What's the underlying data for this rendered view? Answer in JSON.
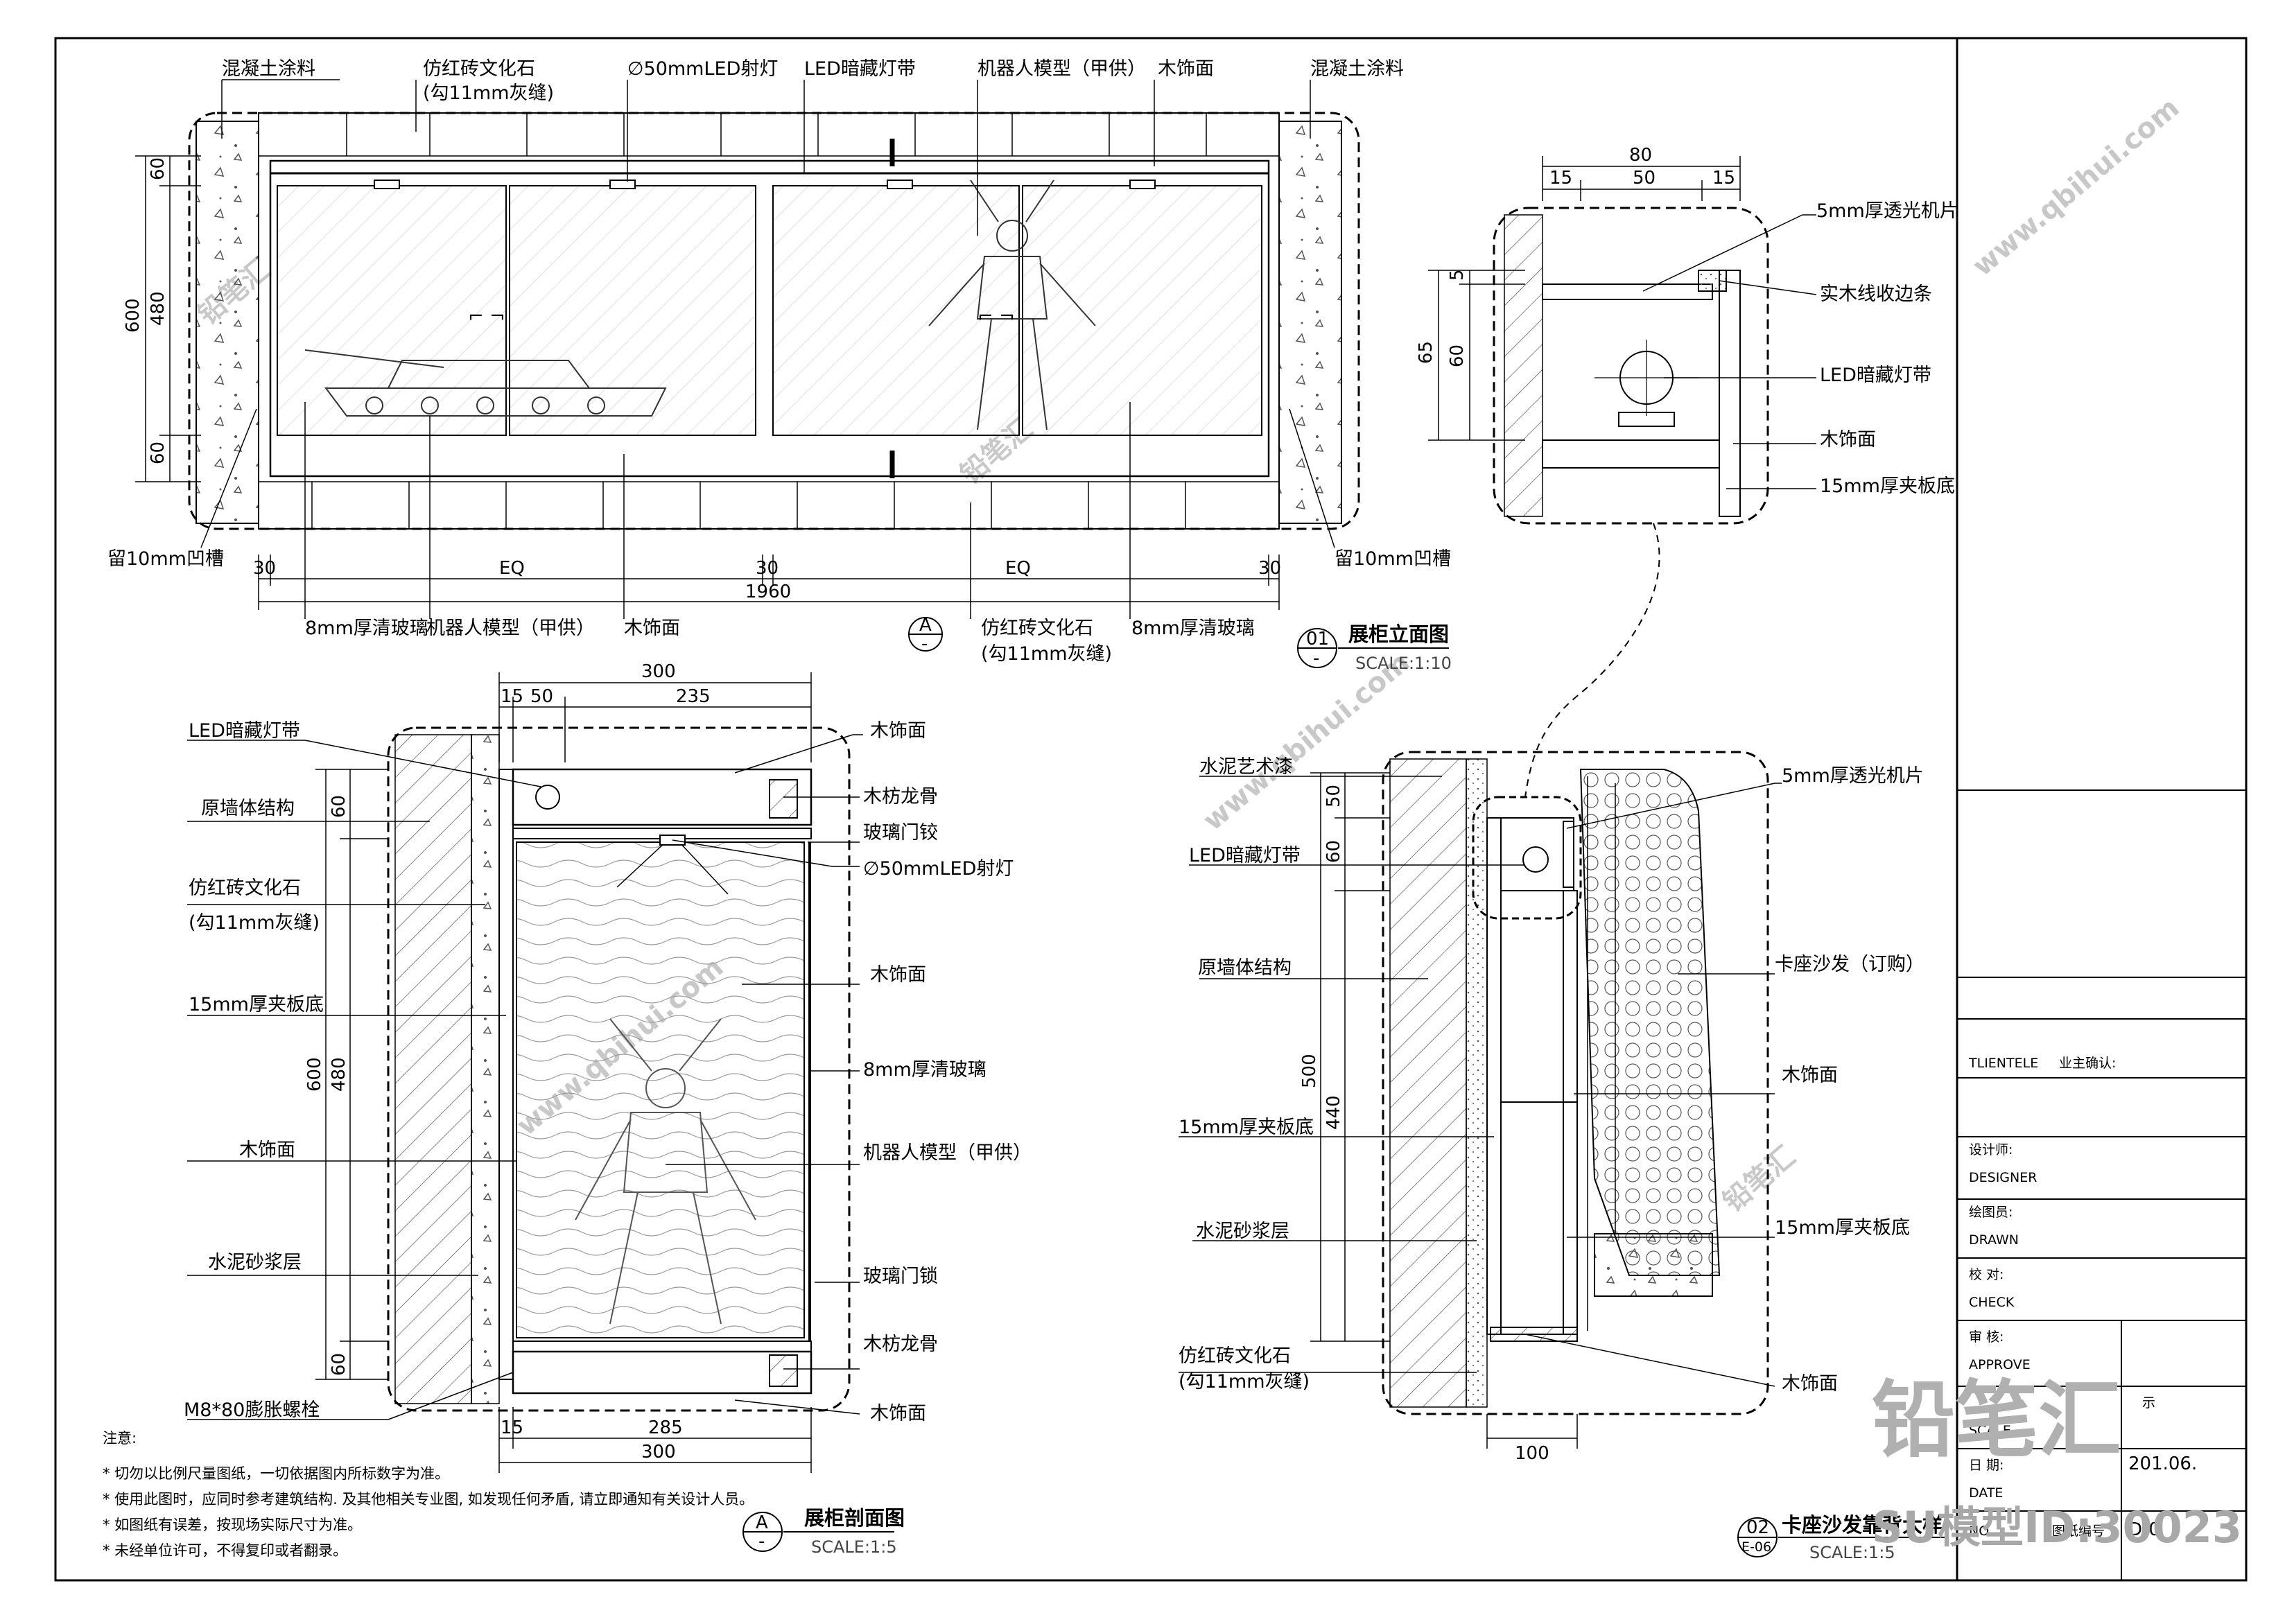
{
  "drawing_id": "SU模型ID:30023",
  "watermark": {
    "brand": "铅笔汇",
    "url": "www.qbihui.com"
  },
  "elevation": {
    "title": "展柜立面图",
    "scale": "SCALE:1:10",
    "number": "01",
    "sub": "-",
    "labels_top": [
      "混凝土涂料",
      "仿红砖文化石",
      "(勾11mm灰缝)",
      "∅50mmLED射灯",
      "LED暗藏灯带",
      "机器人模型（甲供）",
      "木饰面",
      "混凝土涂料"
    ],
    "labels_bottom": [
      "留10mm凹槽",
      "8mm厚清玻璃",
      "机器人模型（甲供）",
      "木饰面",
      "仿红砖文化石",
      "(勾11mm灰缝)",
      "8mm厚清玻璃",
      "留10mm凹槽"
    ],
    "dims_h": [
      "30",
      "EQ",
      "30",
      "EQ",
      "30",
      "1960"
    ],
    "dims_v": [
      "600",
      "60",
      "480",
      "60"
    ],
    "section_marker": "A",
    "section_marker_sub": "-"
  },
  "detail": {
    "dims": [
      "80",
      "15",
      "50",
      "15",
      "65",
      "5",
      "60"
    ],
    "labels": [
      "5mm厚透光机片",
      "实木线收边条",
      "LED暗藏灯带",
      "木饰面",
      "15mm厚夹板底"
    ]
  },
  "section": {
    "title": "展柜剖面图",
    "scale": "SCALE:1:5",
    "marker": "A",
    "marker_sub": "-",
    "dims_top": [
      "300",
      "15",
      "50",
      "235"
    ],
    "dims_bottom": [
      "15",
      "285",
      "300"
    ],
    "dims_v": [
      "60",
      "600",
      "480",
      "60"
    ],
    "labels_left": [
      "LED暗藏灯带",
      "原墙体结构",
      "仿红砖文化石",
      "(勾11mm灰缝)",
      "15mm厚夹板底",
      "木饰面",
      "水泥砂浆层",
      "M8*80膨胀螺栓"
    ],
    "labels_right": [
      "木饰面",
      "木枋龙骨",
      "玻璃门铰",
      "∅50mmLED射灯",
      "木饰面",
      "8mm厚清玻璃",
      "机器人模型（甲供）",
      "玻璃门锁",
      "木枋龙骨",
      "木饰面"
    ]
  },
  "notes": {
    "heading": "注意:",
    "items": [
      "* 切勿以比例尺量图纸，一切依据图内所标数字为准。",
      "* 使用此图时，应同时参考建筑结构. 及其他相关专业图, 如发现任何矛盾, 请立即通知有关设计人员。",
      "* 如图纸有误差，按现场实际尺寸为准。",
      "* 未经单位许可，不得复印或者翻录。"
    ]
  },
  "sofa": {
    "title": "卡座沙发靠背大样",
    "scale": "SCALE:1:5",
    "number": "02",
    "sub": "E-06",
    "labels_left": [
      "水泥艺术漆",
      "LED暗藏灯带",
      "原墙体结构",
      "15mm厚夹板底",
      "水泥砂浆层",
      "仿红砖文化石",
      "(勾11mm灰缝)"
    ],
    "labels_right": [
      "5mm厚透光机片",
      "卡座沙发（订购）",
      "木饰面",
      "15mm厚夹板底",
      "木饰面"
    ],
    "dims": [
      "50",
      "60",
      "500",
      "440",
      "100"
    ]
  },
  "title_block": {
    "client": "TLIENTELE",
    "owner": "业主确认:",
    "designer_cn": "设计师:",
    "designer_en": "DESIGNER",
    "drawn_cn": "绘图员:",
    "drawn_en": "DRAWN",
    "check_cn": "校  对:",
    "check_en": "CHECK",
    "approve_cn": "审  核:",
    "approve_en": "APPROVE",
    "scale_en": "SCALE",
    "date_cn": "日  期:",
    "date_en": "DATE",
    "date_val": "201.06.",
    "no_en": "NO.",
    "no_cn": "图纸编号",
    "no_val": "D-0",
    "title_tail": "示"
  }
}
